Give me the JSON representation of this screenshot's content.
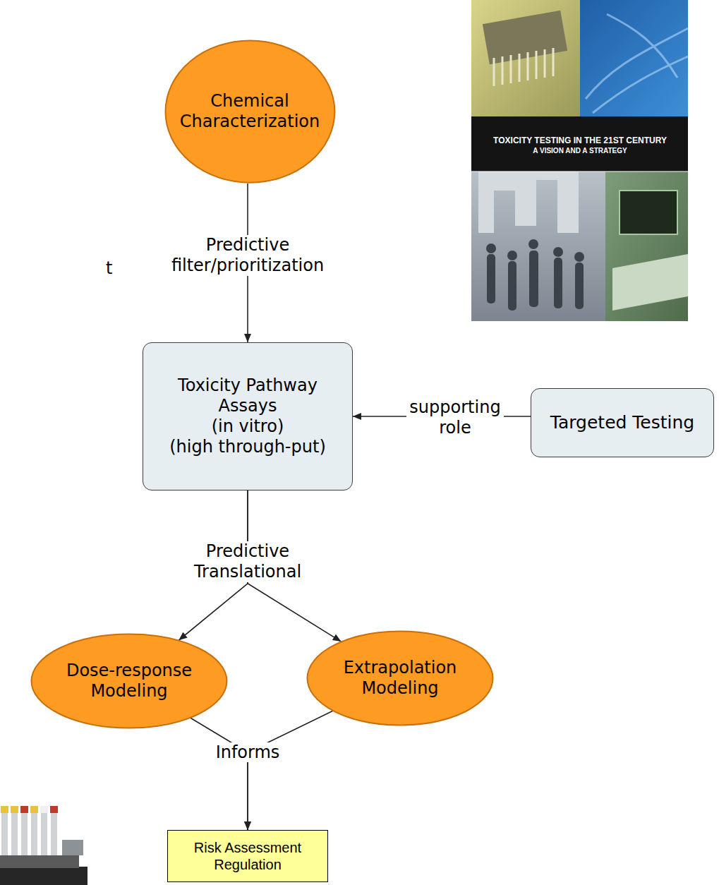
{
  "diagram": {
    "nodes": [
      {
        "text": [
          "Chemical Characterization"
        ]
      },
      {
        "text": [
          "Toxicity Pathway Assays",
          "(in vitro)",
          "(high through-put)"
        ]
      },
      {
        "text": [
          "Targeted Testing"
        ]
      },
      {
        "text": [
          "Dose-response Modeling"
        ]
      },
      {
        "text": [
          "Extrapolation Modeling"
        ]
      },
      {
        "text": [
          "Risk Assessment Regulation"
        ]
      }
    ],
    "edges": [
      {
        "from": 0,
        "to": 1,
        "label": "Predictive filter/prioritization",
        "arrow": "to"
      },
      {
        "from": 2,
        "to": 1,
        "label": "supporting role",
        "arrow": "to"
      },
      {
        "from": 1,
        "to": 3,
        "label": "Predictive Translational",
        "arrow": "to"
      },
      {
        "from": 1,
        "to": 4,
        "arrow": "to"
      },
      {
        "from": 3,
        "to": 5,
        "label": "Informs",
        "arrow": "to"
      },
      {
        "from": 4,
        "to": 5,
        "arrow": "to"
      }
    ],
    "labels": [
      "TOXICITY TESTING IN THE 21ST CENTURY",
      "A VISION AND A STRATEGY",
      "t"
    ]
  }
}
